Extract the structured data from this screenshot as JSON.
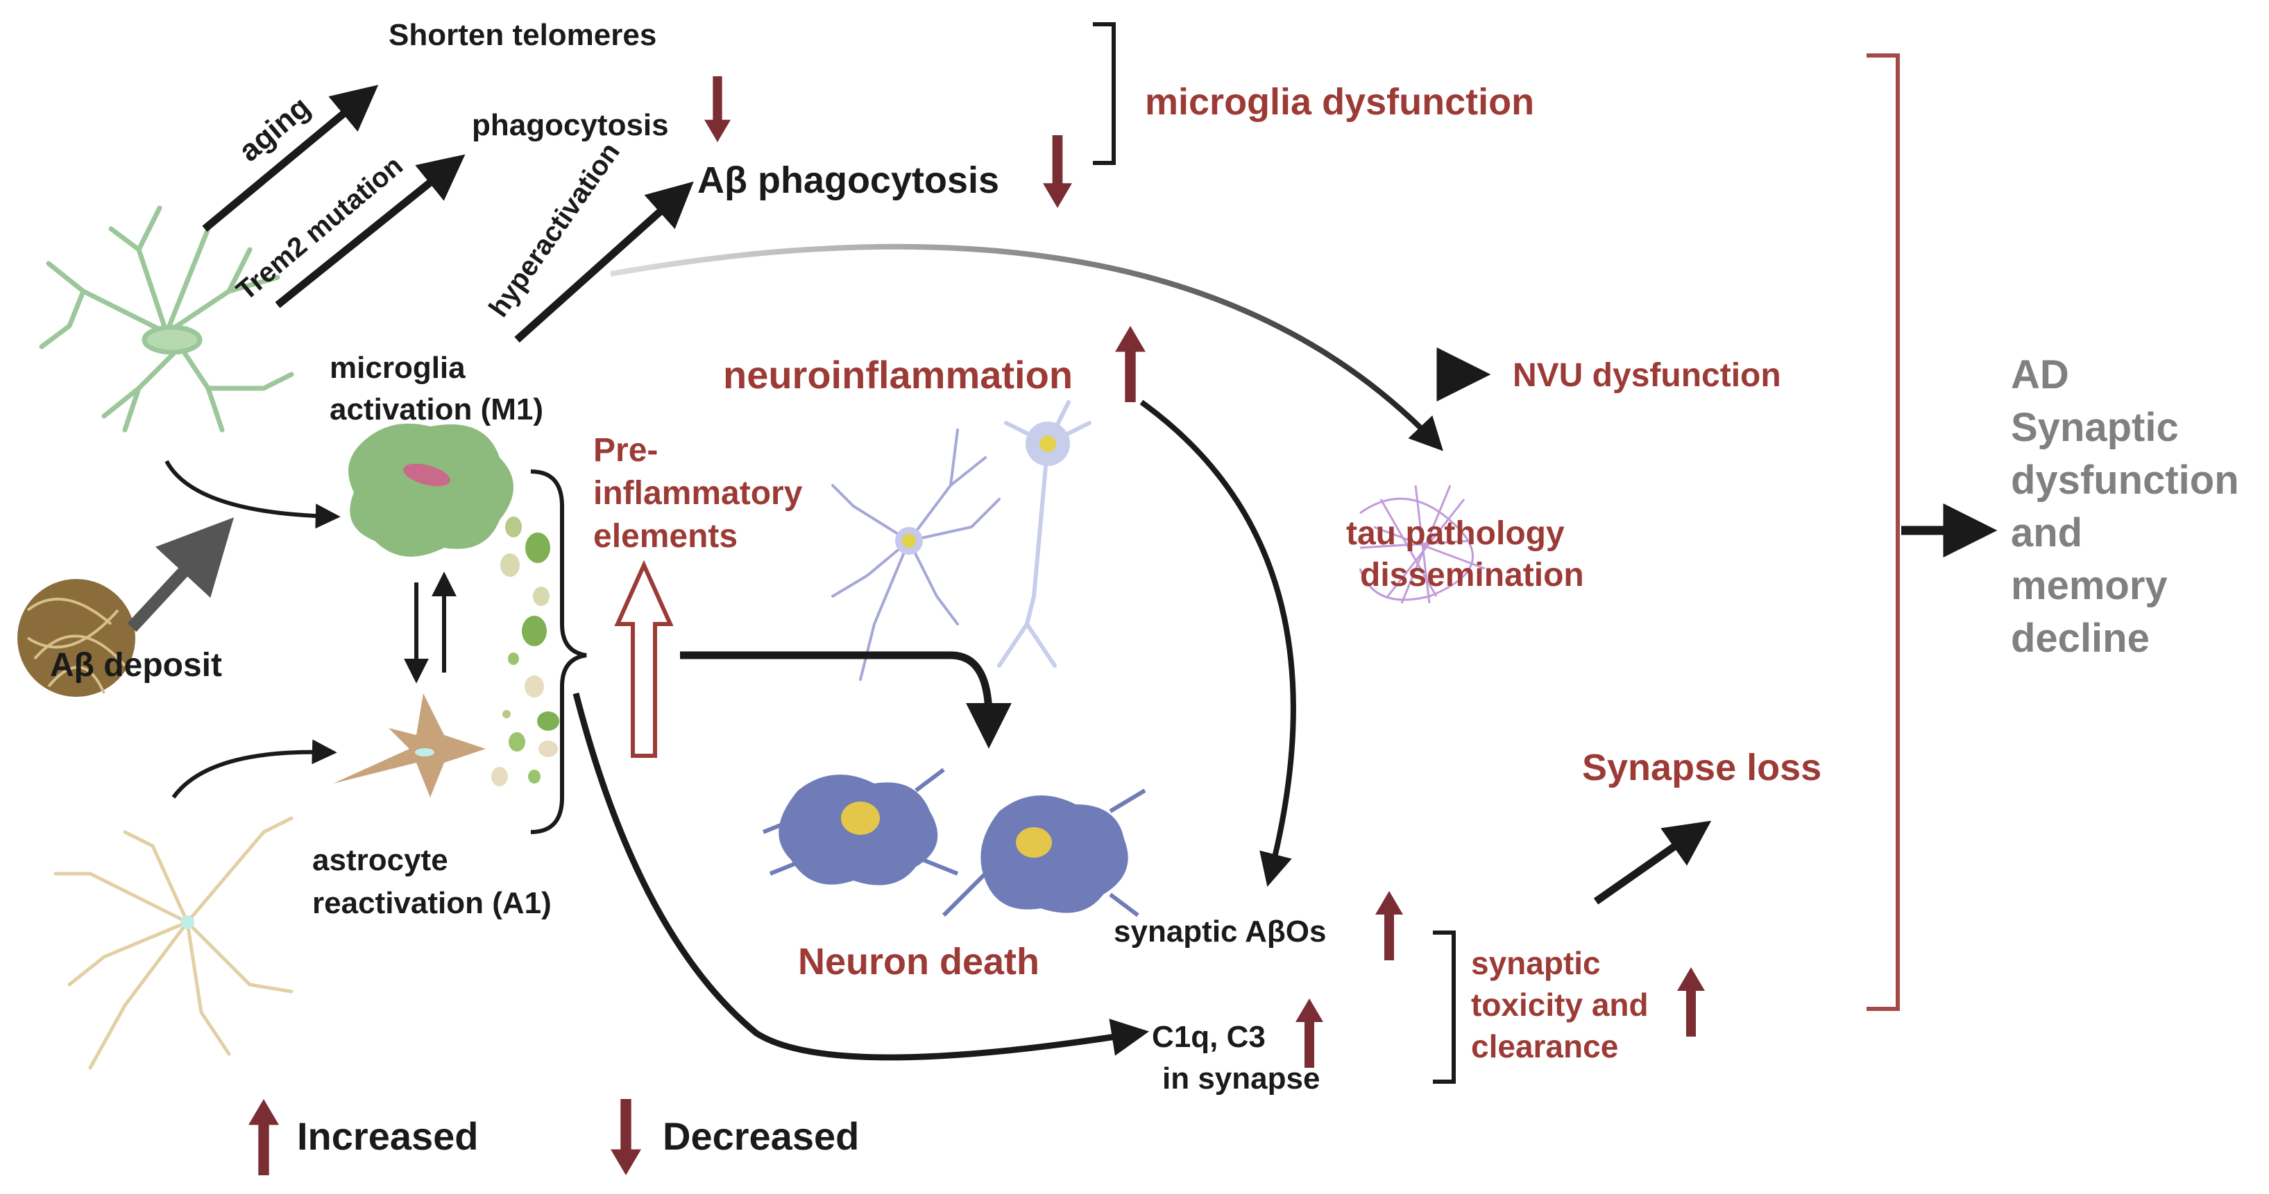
{
  "colors": {
    "black": "#1a1a1a",
    "red": "#9c3b36",
    "arrow_red": "#7b2d34",
    "gray": "#808080",
    "microglia_green": "#8dbb7e",
    "astrocyte_tan": "#c8a27a",
    "neuron_blue": "#8a8fc6",
    "tau_purple": "#b78bd4"
  },
  "labels": {
    "shorten_telomeres": "Shorten telomeres",
    "aging": "aging",
    "trem2": "Trem2 mutation",
    "phagocytosis": "phagocytosis",
    "hyperactivation": "hyperactivation",
    "abeta_phagocytosis": "Aβ phagocytosis",
    "microglia_dysfunction": "microglia dysfunction",
    "microglia_activation_1": "microglia",
    "microglia_activation_2": "activation (M1)",
    "abeta_deposit": "Aβ deposit",
    "astrocyte_1": "astrocyte",
    "astrocyte_2": "reactivation (A1)",
    "pre_inflam_1": "Pre-",
    "pre_inflam_2": "inflammatory",
    "pre_inflam_3": "elements",
    "neuroinflammation": "neuroinflammation",
    "nvu": "NVU dysfunction",
    "tau_1": "tau pathology",
    "tau_2": "dissemination",
    "neuron_death": "Neuron death",
    "synaptic_abetaos": "synaptic AβOs",
    "c1q_1": "C1q, C3",
    "c1q_2": "in synapse",
    "tox_1": "synaptic",
    "tox_2": "toxicity and",
    "tox_3": "clearance",
    "synapse_loss": "Synapse loss",
    "ad_1": "AD",
    "ad_2": "Synaptic",
    "ad_3": "dysfunction",
    "ad_4": "and",
    "ad_5": "memory",
    "ad_6": "decline"
  },
  "legend": {
    "increased": "Increased",
    "decreased": "Decreased"
  }
}
